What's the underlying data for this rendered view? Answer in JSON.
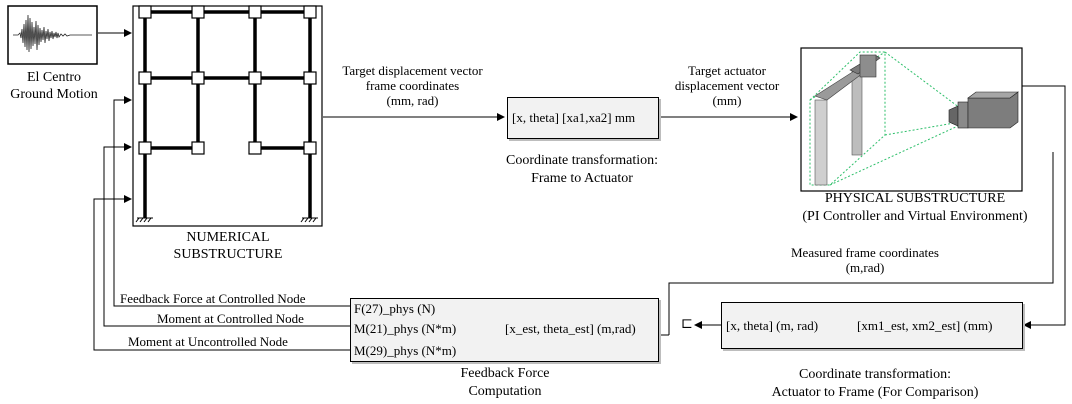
{
  "source": {
    "name_line1": "El Centro",
    "name_line2": "Ground Motion"
  },
  "numerical": {
    "label_line1": "NUMERICAL",
    "label_line2": "SUBSTRUCTURE"
  },
  "links": {
    "target_disp_line1": "Target displacement vector",
    "target_disp_line2": "frame coordinates",
    "target_disp_line3": "(mm, rad)",
    "target_act_line1": "Target actuator",
    "target_act_line2": "displacement vector",
    "target_act_line3": "(mm)",
    "measured_line1": "Measured frame coordinates",
    "measured_line2": "(m,rad)",
    "feedback_force": "Feedback Force at Controlled Node",
    "moment_controlled": "Moment at Controlled Node",
    "moment_uncontrolled": "Moment at Uncontrolled Node"
  },
  "coord_frame_to_actuator": {
    "block_text": "[x, theta] [xa1,xa2] mm",
    "caption_line1": "Coordinate transformation:",
    "caption_line2": "Frame to Actuator"
  },
  "physical": {
    "label_line1": "PHYSICAL SUBSTRUCTURE",
    "label_line2": "(PI Controller and Virtual Environment)"
  },
  "feedback_block": {
    "in1": "F(27)_phys (N)",
    "in2": "M(21)_phys (N*m)",
    "in3": "M(29)_phys (N*m)",
    "out_text": "[x_est, theta_est] (m,rad)",
    "caption_line1": "Feedback Force",
    "caption_line2": "Computation"
  },
  "coord_actuator_to_frame": {
    "left_text": "[x, theta] (m, rad)",
    "right_text": "[xm1_est, xm2_est] (mm)",
    "caption_line1": "Coordinate transformation:",
    "caption_line2": "Actuator to Frame (For Comparison)"
  },
  "terminator_symbol": "⊏"
}
